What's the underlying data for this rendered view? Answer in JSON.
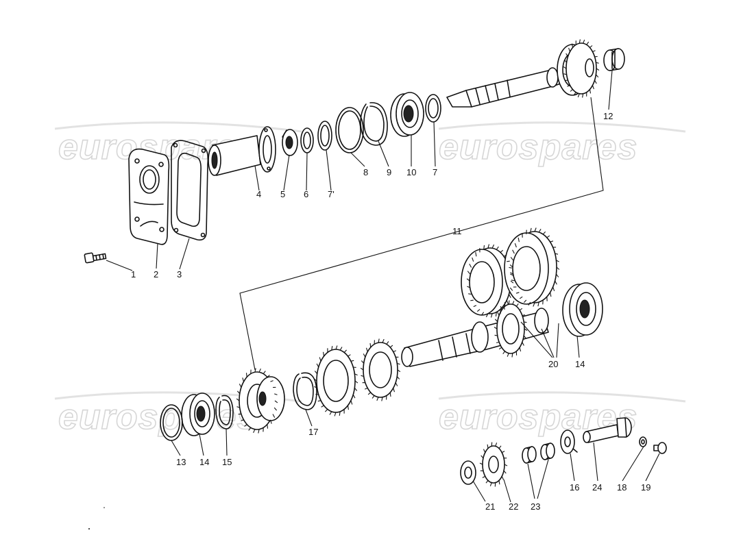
{
  "watermarks": [
    "eurospares",
    "eurospares",
    "eurospares",
    "eurospares"
  ],
  "callouts": [
    {
      "id": "c1",
      "text": "1"
    },
    {
      "id": "c2",
      "text": "2"
    },
    {
      "id": "c3",
      "text": "3"
    },
    {
      "id": "c4",
      "text": "4"
    },
    {
      "id": "c5",
      "text": "5"
    },
    {
      "id": "c6",
      "text": "6"
    },
    {
      "id": "c7a",
      "text": "7'"
    },
    {
      "id": "c8",
      "text": "8"
    },
    {
      "id": "c9",
      "text": "9"
    },
    {
      "id": "c10",
      "text": "10"
    },
    {
      "id": "c7b",
      "text": "7"
    },
    {
      "id": "c11",
      "text": "11"
    },
    {
      "id": "c12",
      "text": "12"
    },
    {
      "id": "c13",
      "text": "13"
    },
    {
      "id": "c14a",
      "text": "14"
    },
    {
      "id": "c15",
      "text": "15"
    },
    {
      "id": "c17",
      "text": "17"
    },
    {
      "id": "c20",
      "text": "20"
    },
    {
      "id": "c14b",
      "text": "14"
    },
    {
      "id": "c21",
      "text": "21"
    },
    {
      "id": "c22",
      "text": "22"
    },
    {
      "id": "c23",
      "text": "23"
    },
    {
      "id": "c16",
      "text": "16"
    },
    {
      "id": "c24",
      "text": "24"
    },
    {
      "id": "c18",
      "text": "18"
    },
    {
      "id": "c19",
      "text": "19"
    }
  ]
}
